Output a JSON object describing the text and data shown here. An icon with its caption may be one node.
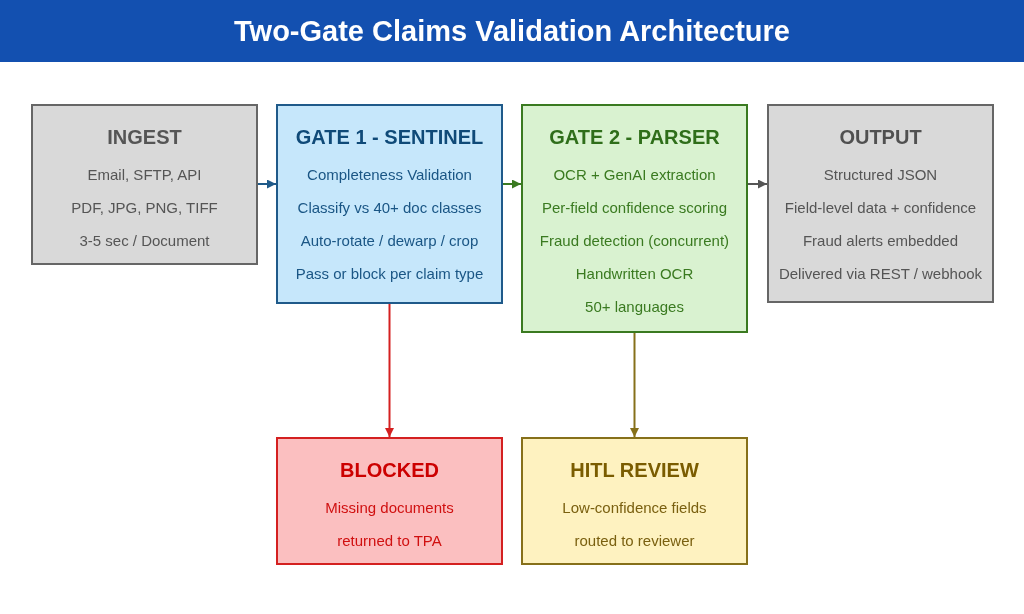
{
  "diagram": {
    "title": "Two-Gate Claims Validation Architecture",
    "nodes": [
      {
        "text": [
          "INGEST",
          "Email, SFTP, API",
          "PDF, JPG, PNG, TIFF",
          "3-5 sec / Document"
        ]
      },
      {
        "text": [
          "GATE 1 - SENTINEL",
          "Completeness Validation",
          "Classify vs 40+ doc classes",
          "Auto-rotate / dewarp / crop",
          "Pass or block per claim type"
        ]
      },
      {
        "text": [
          "GATE 2 - PARSER",
          "OCR + GenAI extraction",
          "Per-field confidence scoring",
          "Fraud detection (concurrent)",
          "Handwritten OCR",
          "50+ languages"
        ]
      },
      {
        "text": [
          "OUTPUT",
          "Structured JSON",
          "Field-level data + confidence",
          "Fraud alerts embedded",
          "Delivered via REST / webhook"
        ]
      },
      {
        "text": [
          "BLOCKED",
          "Missing documents returned to TPA"
        ]
      },
      {
        "text": [
          "HITL REVIEW",
          "Low-confidence fields routed to reviewer"
        ]
      }
    ],
    "edges": [
      {
        "from": 0,
        "to": 1,
        "arrow": "to",
        "color": "#1f5a8a"
      },
      {
        "from": 1,
        "to": 2,
        "arrow": "to",
        "color": "#3a7a20"
      },
      {
        "from": 2,
        "to": 3,
        "arrow": "to",
        "color": "#555555"
      },
      {
        "from": 1,
        "to": 4,
        "arrow": "to",
        "color": "#d42020"
      },
      {
        "from": 2,
        "to": 5,
        "arrow": "to",
        "color": "#86701a"
      }
    ]
  }
}
